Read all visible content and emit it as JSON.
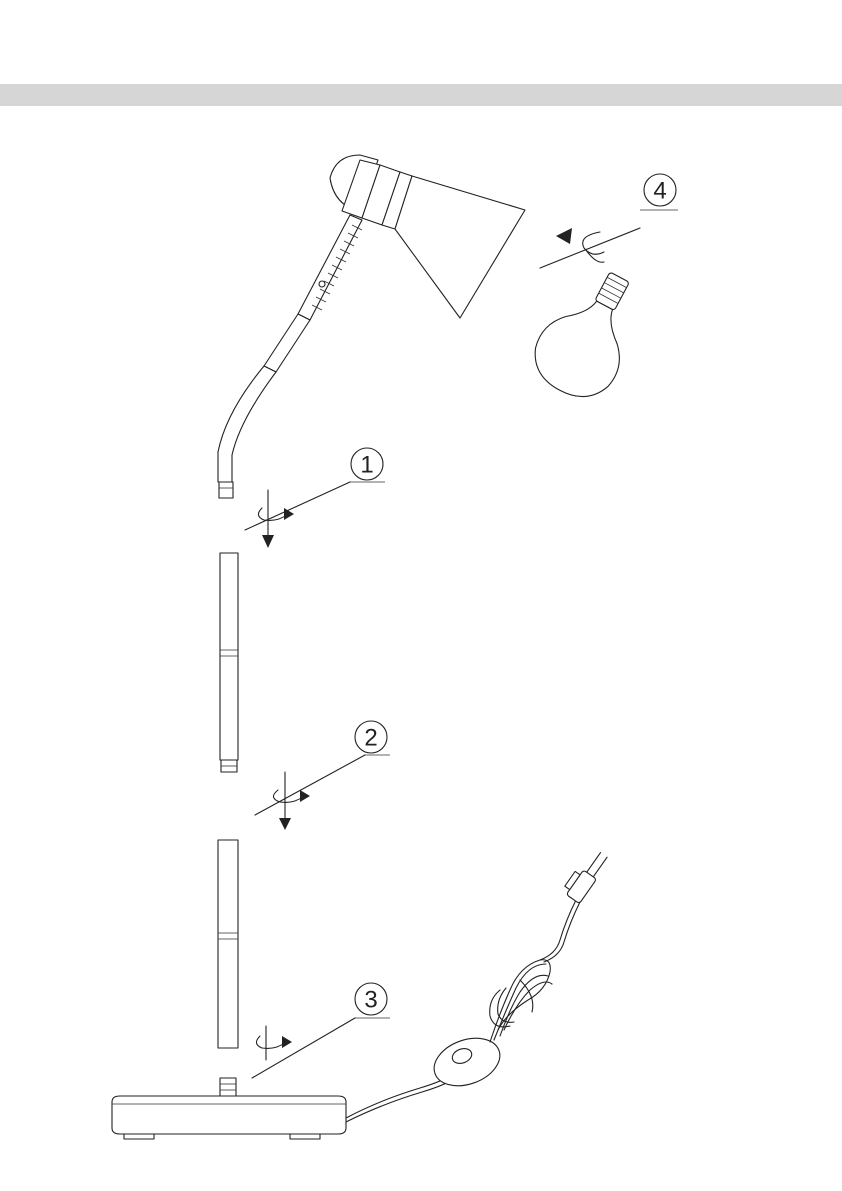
{
  "colors": {
    "header_bar": "#d6d6d6",
    "line": "#222222",
    "background": "#ffffff"
  },
  "steps": [
    {
      "label": "1"
    },
    {
      "label": "2"
    },
    {
      "label": "3"
    },
    {
      "label": "4"
    }
  ]
}
